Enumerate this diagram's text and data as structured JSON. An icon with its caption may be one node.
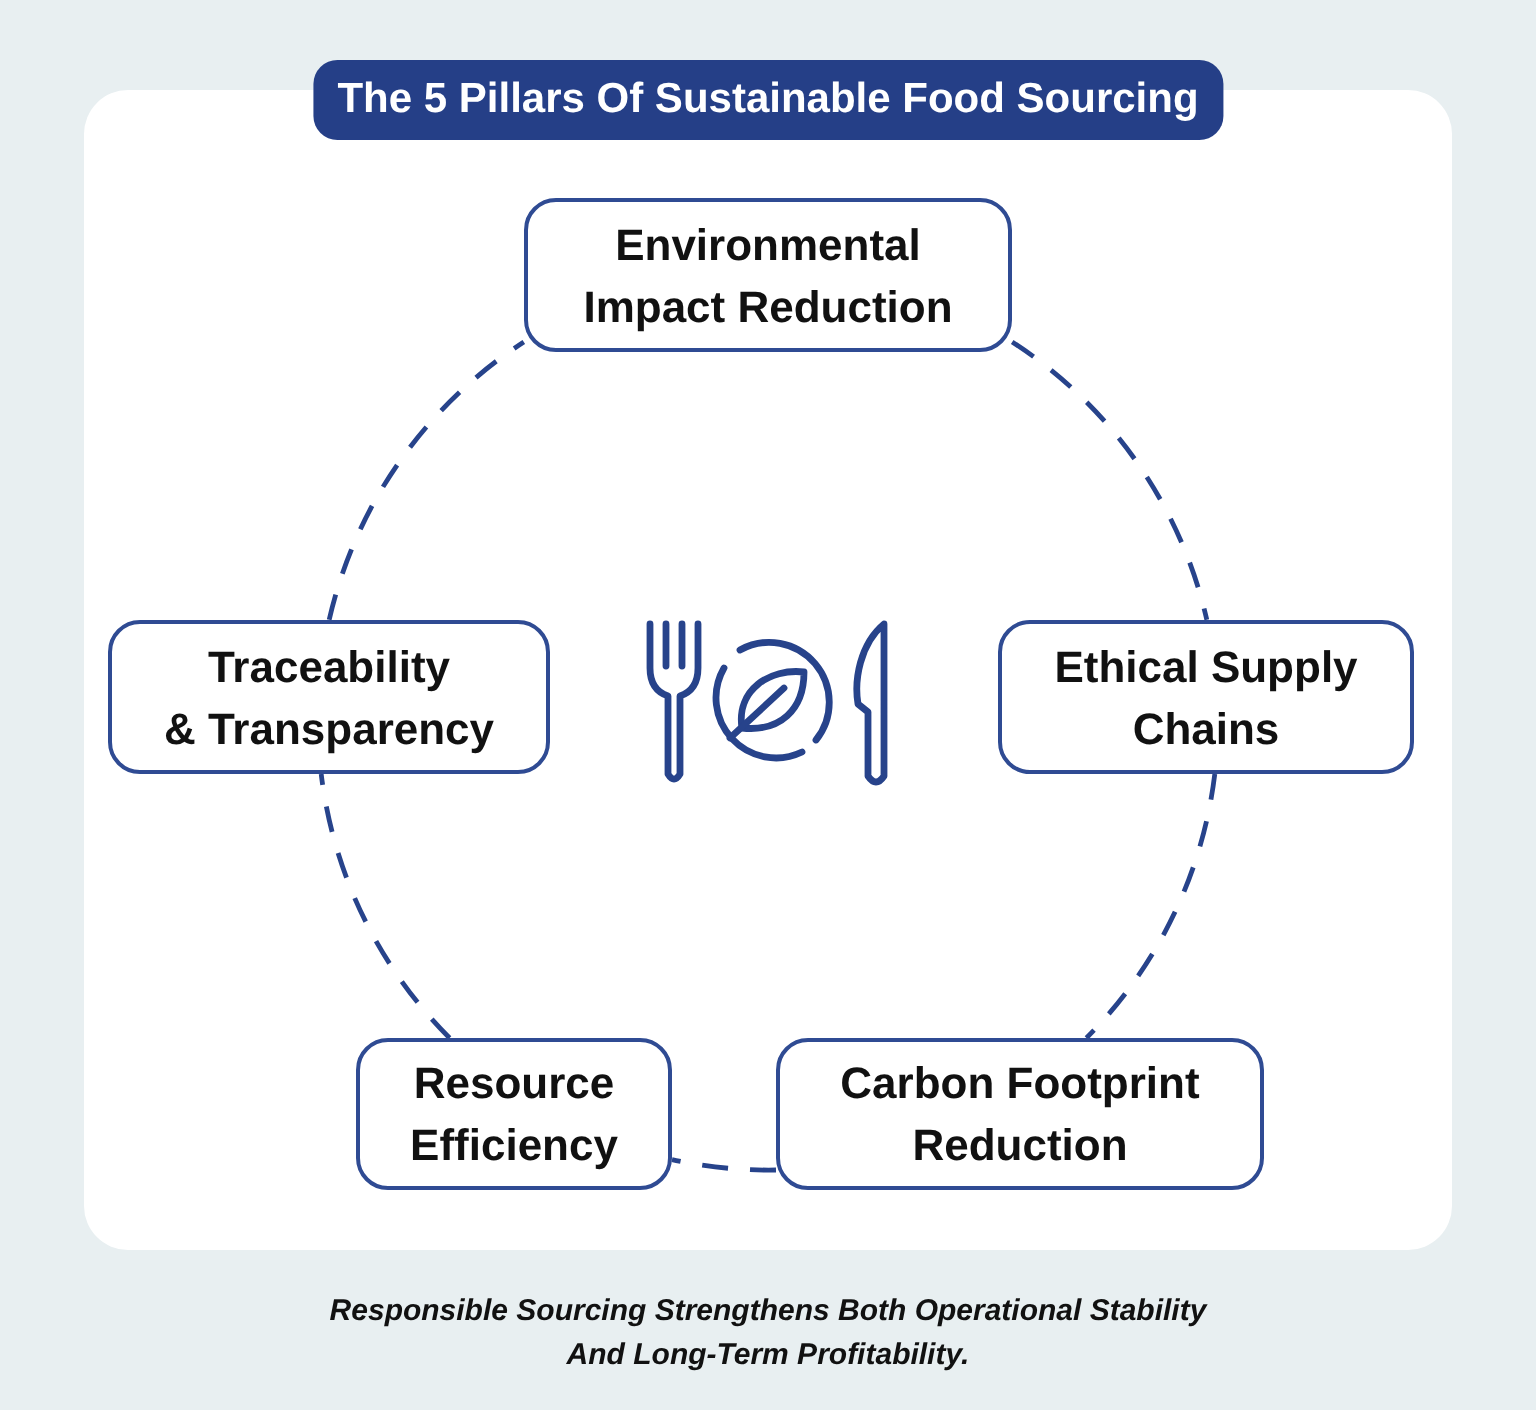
{
  "diagram": {
    "title": "The 5 Pillars Of Sustainable Food Sourcing",
    "caption": "Responsible Sourcing Strengthens Both Operational Stability And Long-Term Profitability.",
    "nodes": [
      {
        "text": [
          "Environmental Impact Reduction"
        ]
      },
      {
        "text": [
          "Ethical Supply Chains"
        ]
      },
      {
        "text": [
          "Carbon Footprint Reduction"
        ]
      },
      {
        "text": [
          "Resource Efficiency"
        ]
      },
      {
        "text": [
          "Traceability & Transparency"
        ]
      }
    ],
    "edges": [
      {
        "from": 0,
        "to": 1,
        "arrow": "none",
        "style": "dashed"
      },
      {
        "from": 1,
        "to": 2,
        "arrow": "none",
        "style": "dashed"
      },
      {
        "from": 2,
        "to": 3,
        "arrow": "none",
        "style": "dashed"
      },
      {
        "from": 3,
        "to": 4,
        "arrow": "none",
        "style": "dashed"
      },
      {
        "from": 4,
        "to": 0,
        "arrow": "none",
        "style": "dashed"
      }
    ]
  }
}
